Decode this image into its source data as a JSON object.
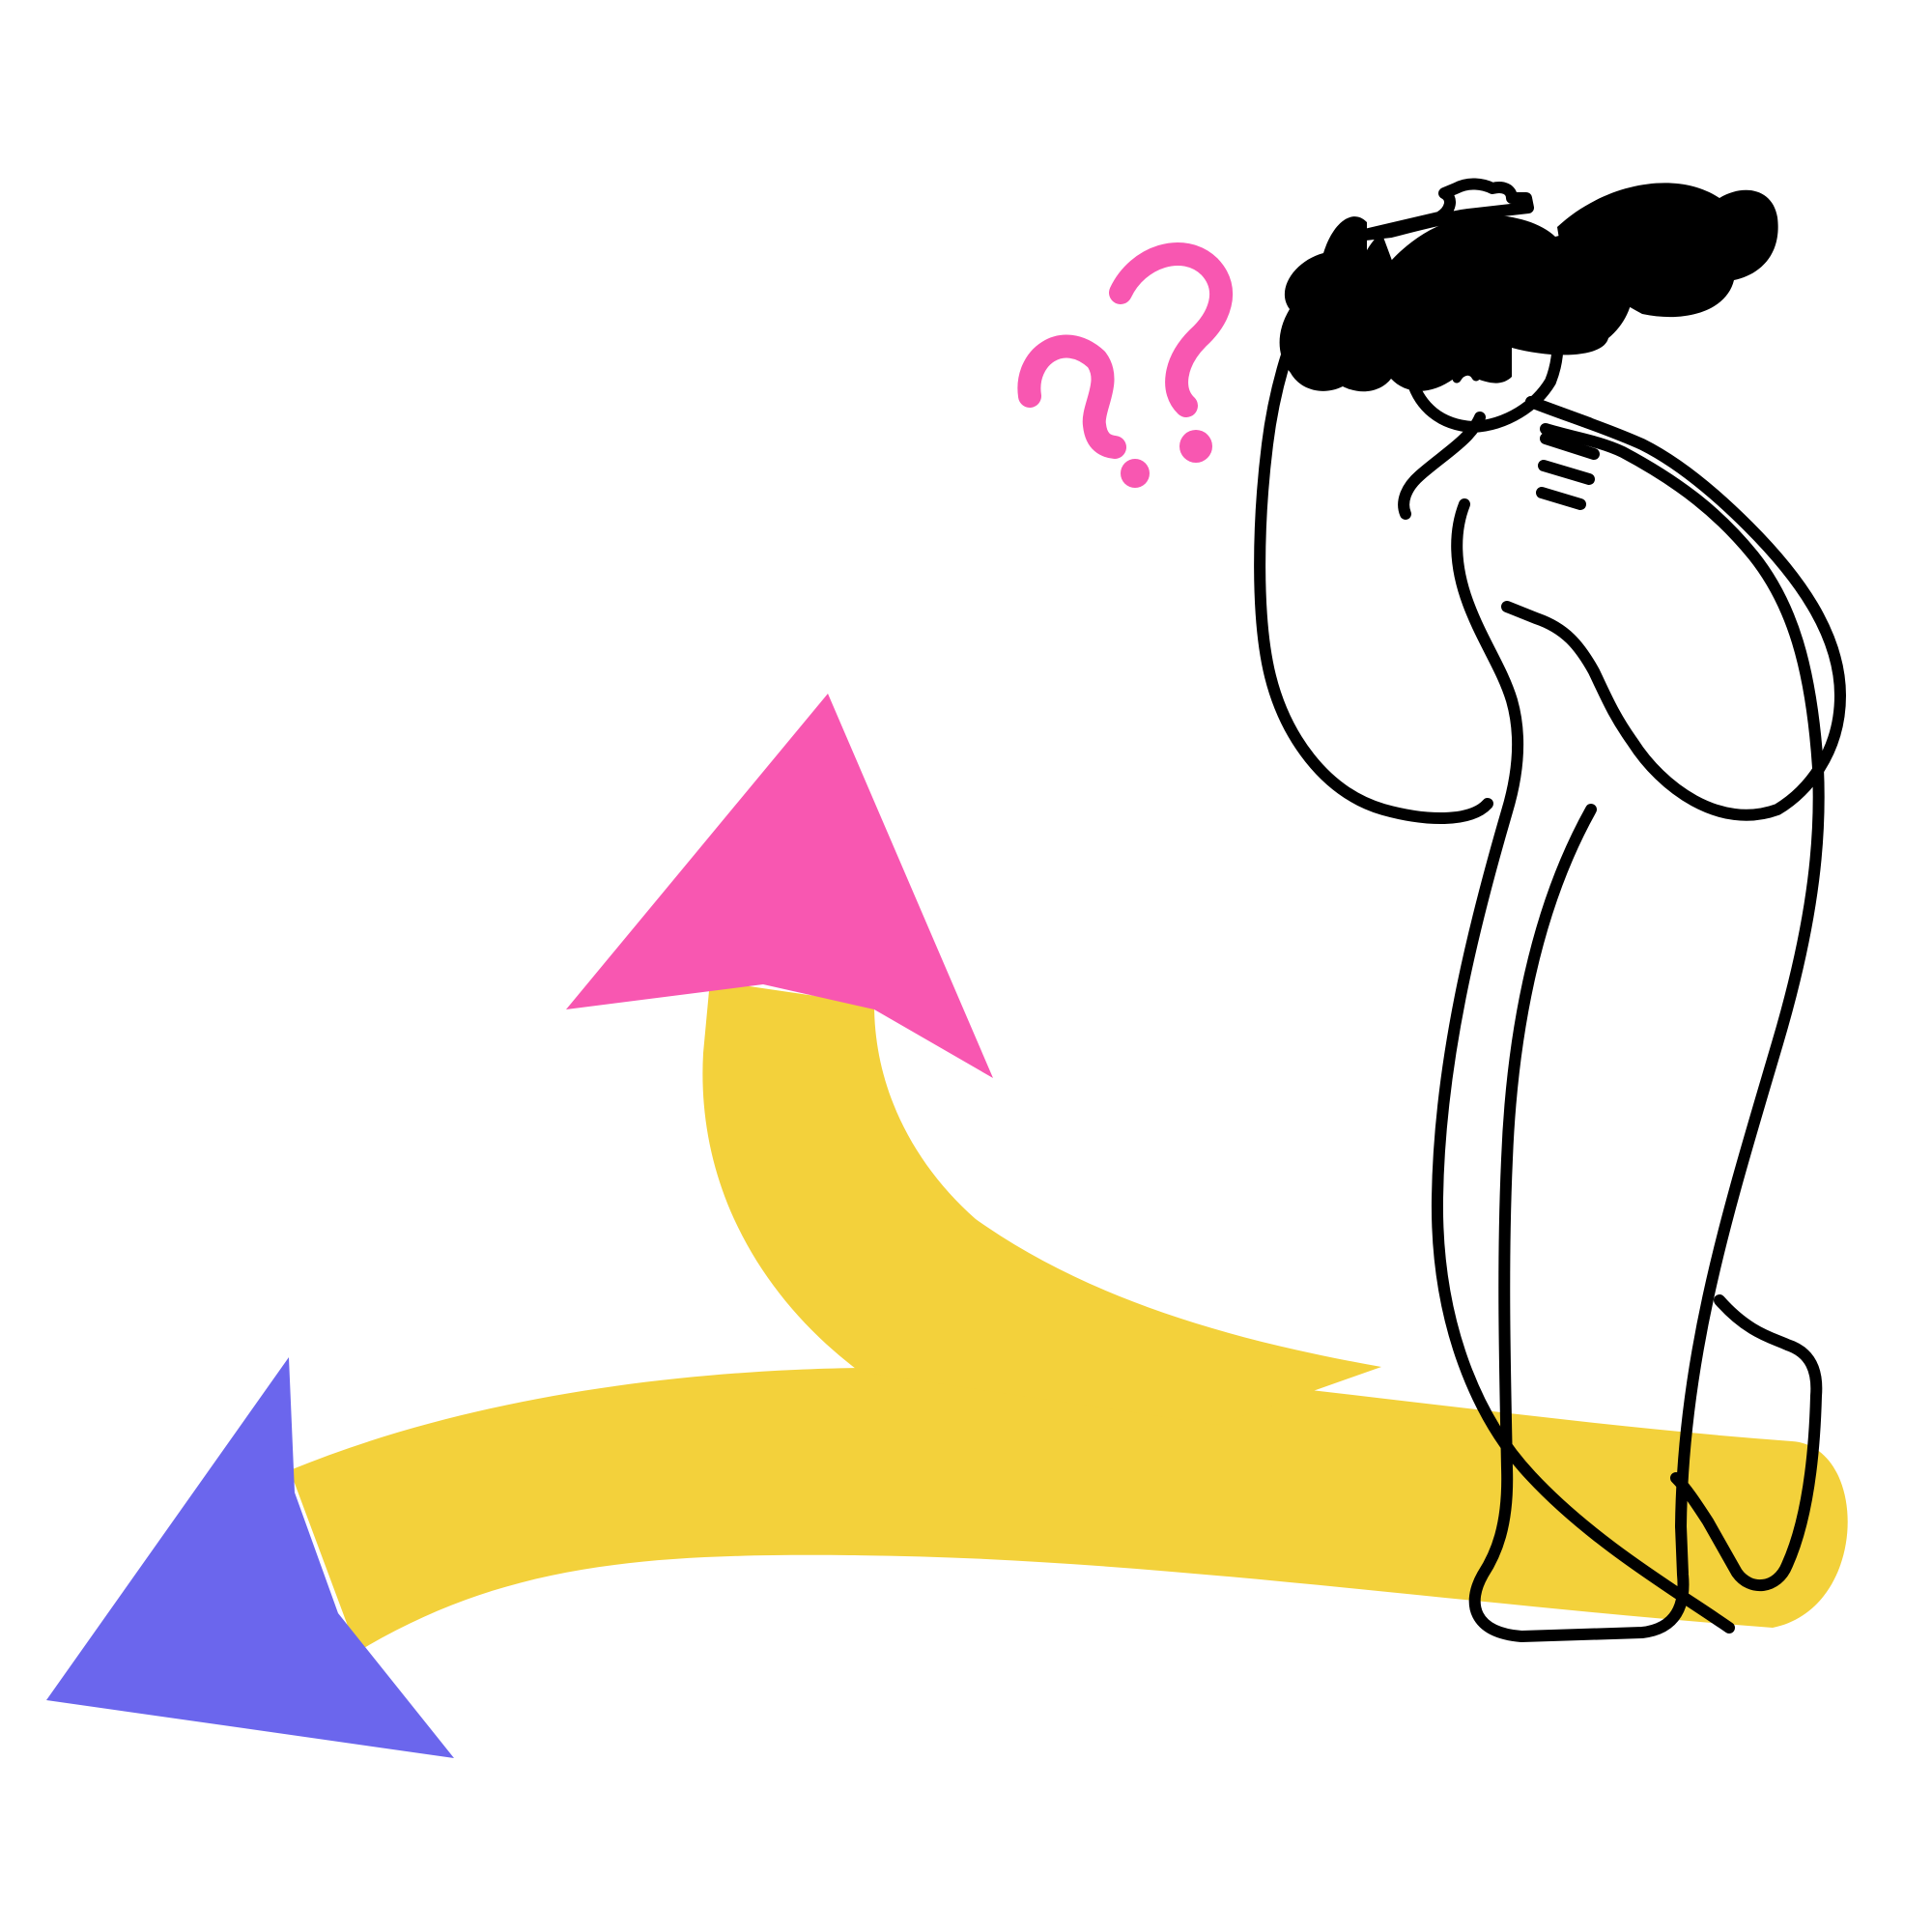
{
  "scene": {
    "subject": "confused-person-at-diverging-paths",
    "palette": {
      "background": "#ffffff",
      "path": "#f3d13b",
      "arrow_up": "#f857b1",
      "arrow_left": "#6b66ed",
      "question_marks": "#f857b1",
      "outline": "#000000",
      "hair": "#000000"
    },
    "icons": {
      "path": "diverging-path",
      "arrow_up": "arrowhead-up-right",
      "arrow_left": "arrowhead-down-left",
      "question_marks": "question-mark",
      "character": "scratching-head-person"
    }
  }
}
